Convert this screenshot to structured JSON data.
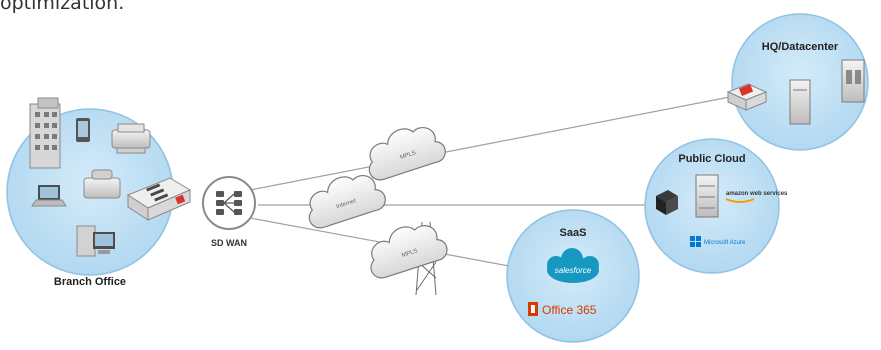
{
  "caption_fragment": "optimization.",
  "nodes": {
    "branch_office": "Branch Office",
    "sd_wan": "SD WAN",
    "hq_datacenter": "HQ/Datacenter",
    "public_cloud": "Public Cloud",
    "saas": "SaaS"
  },
  "cloud_labels": [
    "MPLS",
    "Internet",
    "MPLS"
  ],
  "logos": {
    "salesforce": "salesforce",
    "office365": "Office 365",
    "amazon": "amazon web services",
    "azure": "Microsoft Azure"
  },
  "colors": {
    "bubble_fill": "#bfe0f5",
    "bubble_stroke": "#8fc2e3",
    "line": "#a0a0a0",
    "salesforce": "#1798c1",
    "office": "#d83b01",
    "aws": "#ff9900",
    "azure": "#0078d4",
    "device_red": "#d9342b"
  }
}
